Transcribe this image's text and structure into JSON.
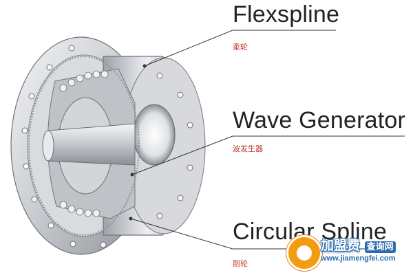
{
  "labels": {
    "flexspline": {
      "en": "Flexspline",
      "cn": "柔轮"
    },
    "wave_generator": {
      "en": "Wave Generator",
      "cn": "波发生器"
    },
    "circular_spline": {
      "en": "Circular Spline",
      "cn": "刚轮"
    }
  },
  "watermark": {
    "title": "加盟费",
    "badge": "查询网",
    "url": "www.jiamengfei.com"
  },
  "colors": {
    "leader_line": "#333333",
    "label_text": "#222222",
    "cn_text": "#c0392b",
    "metal_light": "#e6e7ea",
    "metal_mid": "#b9bcc2",
    "metal_dark": "#7d8087"
  }
}
